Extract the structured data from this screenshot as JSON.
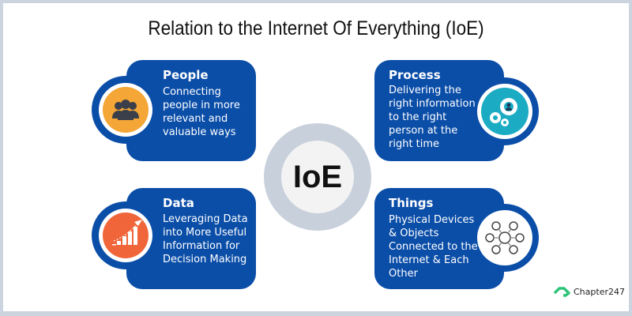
{
  "title": "Relation to the Internet Of Everything (IoE)",
  "center": {
    "label": "IoE"
  },
  "cards": [
    {
      "title": "People",
      "description": "Connecting\npeople in more\nrelevant and\nvaluable ways",
      "icon": "people-icon",
      "icon_color": "#f4a636"
    },
    {
      "title": "Process",
      "description": "Delivering the\nright information\nto the right\nperson at the\n right time",
      "icon": "gears-icon",
      "icon_color": "#1bacc4"
    },
    {
      "title": "Data",
      "description": "Leveraging Data\ninto More Useful\nInformation for\nDecision Making",
      "icon": "growth-chart-icon",
      "icon_color": "#f0663a"
    },
    {
      "title": "Things",
      "description": "Physical Devices\n& Objects\nConnected to the\nInternet & Each\nOther",
      "icon": "connected-devices-icon",
      "icon_color": "#ffffff"
    }
  ],
  "colors": {
    "card": "#0b4ea8",
    "center_ring": "#c8d0dc",
    "border": "#ccd4df"
  },
  "logo": {
    "text": "Chapter247"
  }
}
